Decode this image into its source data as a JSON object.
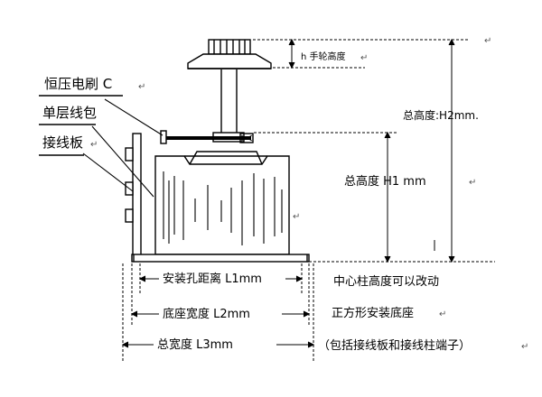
{
  "labels": {
    "brush": "恒压电刷 C",
    "coil": "单层线包",
    "terminal_board": "接线板",
    "handwheel_height": "h 手轮高度",
    "total_height_h2": "总高度:H2mm.",
    "total_height_h1": "总高度 H1 mm",
    "mounting_hole_spacing": "安装孔距离 L1mm",
    "base_width": "底座宽度  L2mm",
    "total_width": "总宽度  L3mm",
    "note_center_post": "中心柱高度可以改动",
    "note_square_base": "正方形安装底座",
    "note_includes": "（包括接线板和接线柱端子）"
  },
  "glyphs": {
    "return_mark": "↵",
    "small_return": "↲"
  }
}
